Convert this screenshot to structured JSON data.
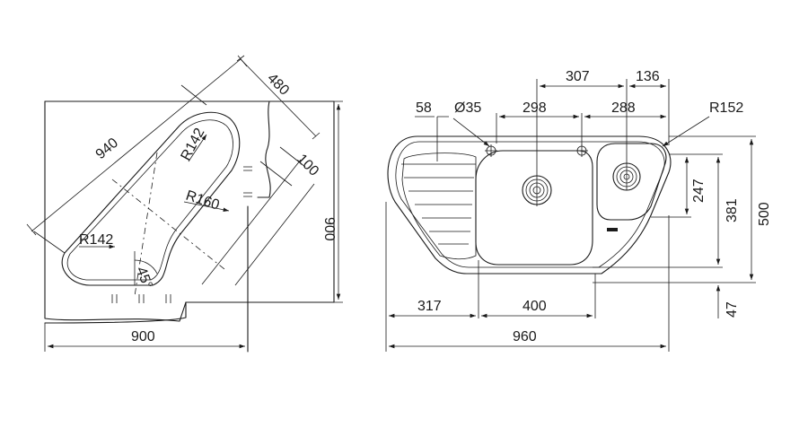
{
  "left_view": {
    "dims": {
      "diag_length": "940",
      "depth": "480",
      "offset": "100",
      "radius_top": "R142",
      "radius_mid": "R160",
      "radius_bottom": "R142",
      "angle": "45°",
      "height": "900",
      "width": "900"
    }
  },
  "right_view": {
    "dims": {
      "d58": "58",
      "hole": "Ø35",
      "d298": "298",
      "d307": "307",
      "d136": "136",
      "d288": "288",
      "radius": "R152",
      "d247": "247",
      "d381": "381",
      "d500": "500",
      "d47": "47",
      "d317": "317",
      "d400": "400",
      "d960": "960"
    }
  }
}
